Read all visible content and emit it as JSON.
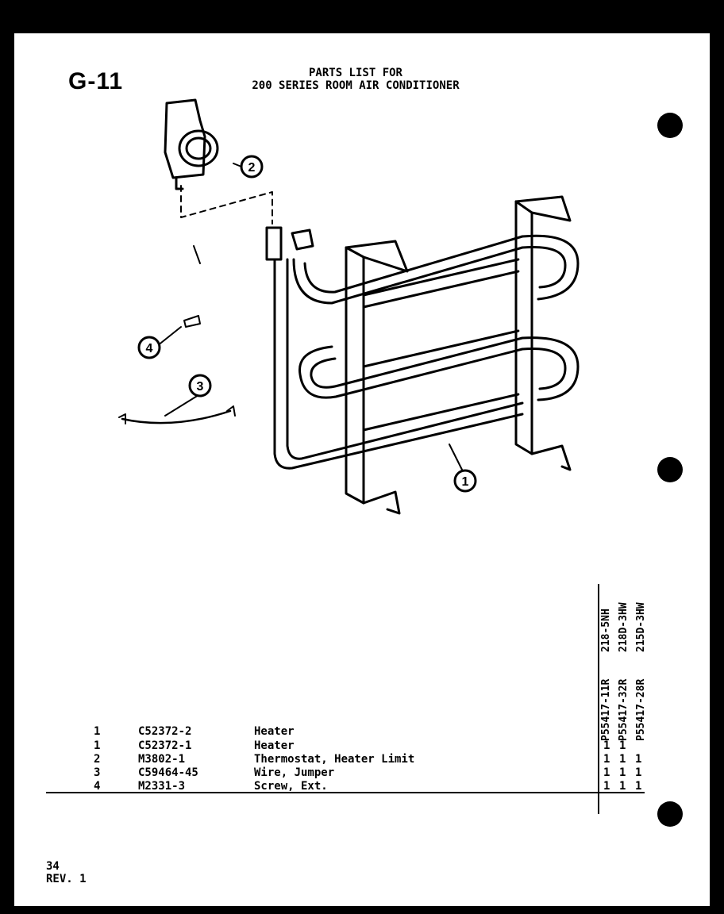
{
  "page_code": "G-11",
  "title": {
    "line1": "PARTS LIST FOR",
    "line2": "200 SERIES ROOM AIR CONDITIONER"
  },
  "callouts": [
    "1",
    "2",
    "3",
    "4"
  ],
  "model_columns": [
    {
      "part_no": "P55417-11R",
      "model": "218-5NH"
    },
    {
      "part_no": "P55417-32R",
      "model": "218D-3HW"
    },
    {
      "part_no": "P55417-28R",
      "model": "215D-3HW"
    }
  ],
  "parts": [
    {
      "ref": "1",
      "part_no": "C52372-2",
      "description": "Heater",
      "marks": [
        "",
        "",
        ""
      ]
    },
    {
      "ref": "1",
      "part_no": "C52372-1",
      "description": "Heater",
      "marks": [
        "1",
        "1",
        ""
      ]
    },
    {
      "ref": "2",
      "part_no": "M3802-1",
      "description": "Thermostat, Heater Limit",
      "marks": [
        "1",
        "1",
        "1"
      ]
    },
    {
      "ref": "3",
      "part_no": "C59464-45",
      "description": "Wire, Jumper",
      "marks": [
        "1",
        "1",
        "1"
      ]
    },
    {
      "ref": "4",
      "part_no": "M2331-3",
      "description": "Screw, Ext.",
      "marks": [
        "1",
        "1",
        "1"
      ]
    }
  ],
  "footer": {
    "page_number": "34",
    "revision": "REV. 1"
  }
}
